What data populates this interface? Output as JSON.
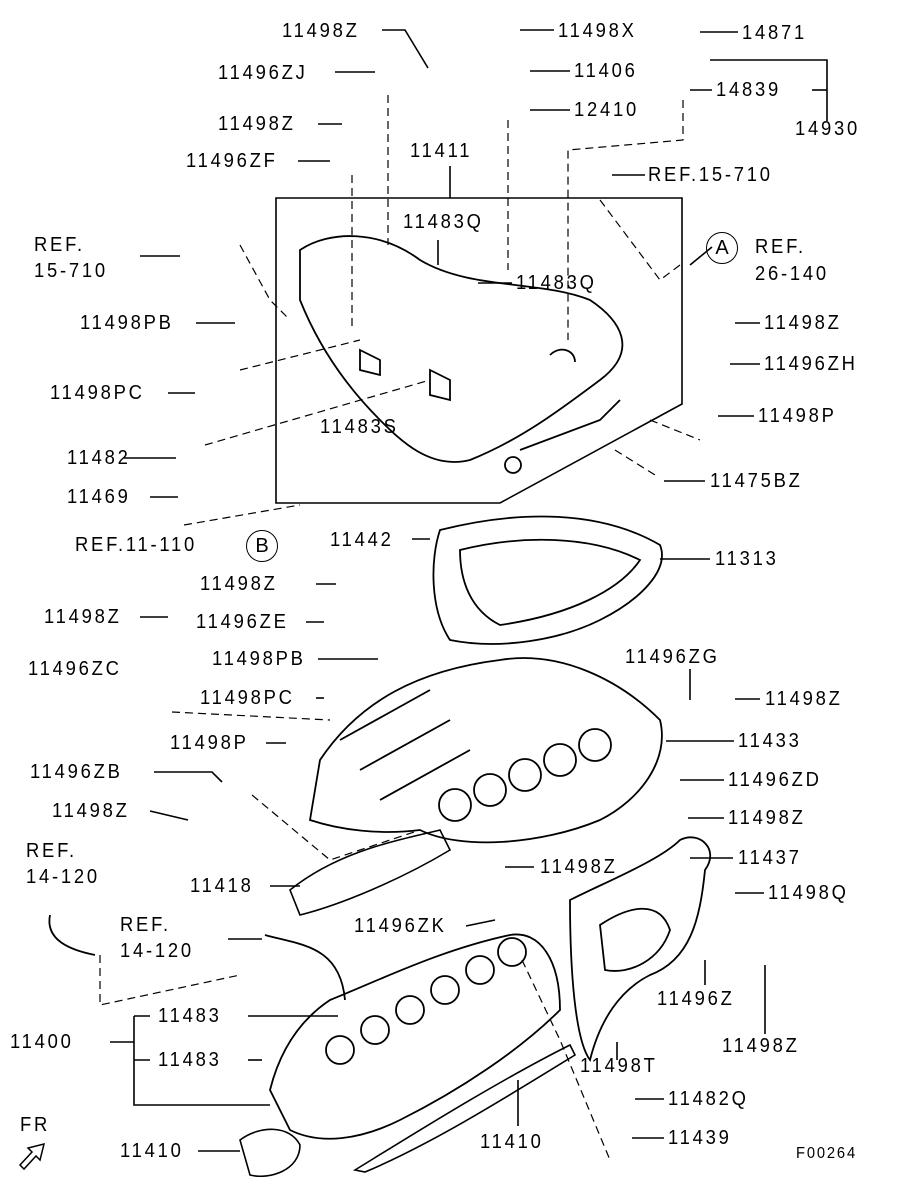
{
  "diagram_code": "F00264",
  "direction_label": "FR",
  "circle_refs": {
    "a": "A",
    "b": "B"
  },
  "labels": [
    "11498Z",
    "11496ZJ",
    "11498Z",
    "11496ZF",
    "11411",
    "11498X",
    "11406",
    "12410",
    "14871",
    "14839",
    "14930",
    "REF.15-710",
    "REF.",
    "15-710",
    "11483Q",
    "11483Q",
    "REF.",
    "26-140",
    "11498PB",
    "11498Z",
    "11496ZH",
    "11498PC",
    "11483S",
    "11498P",
    "11482",
    "11475BZ",
    "11469",
    "REF.11-110",
    "11442",
    "11313",
    "11498Z",
    "11498Z",
    "11496ZE",
    "11496ZC",
    "11498PB",
    "11496ZG",
    "11498PC",
    "11498Z",
    "11498P",
    "11433",
    "11496ZB",
    "11496ZD",
    "11498Z",
    "11498Z",
    "REF.",
    "14-120",
    "11437",
    "11498Z",
    "11418",
    "11498Q",
    "REF.",
    "14-120",
    "11496ZK",
    "11496Z",
    "11483",
    "11400",
    "11483",
    "11498T",
    "11498Z",
    "11482Q",
    "11410",
    "11439",
    "11410"
  ]
}
